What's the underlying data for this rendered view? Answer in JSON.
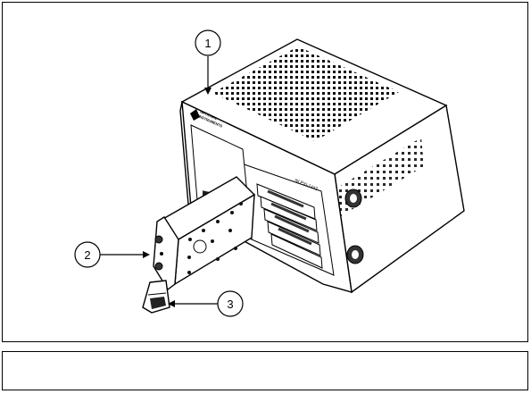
{
  "figure": {
    "brand_lines": [
      "NATIONAL",
      "INSTRUMENTS"
    ],
    "model_label": "NI PXI-1442",
    "callouts": [
      {
        "id": "1",
        "label": "1"
      },
      {
        "id": "2",
        "label": "2"
      },
      {
        "id": "3",
        "label": "3"
      }
    ],
    "caption": ""
  },
  "colors": {
    "line": "#000000",
    "fill": "#ffffff",
    "dark": "#1a1a1a",
    "mid": "#555555"
  }
}
